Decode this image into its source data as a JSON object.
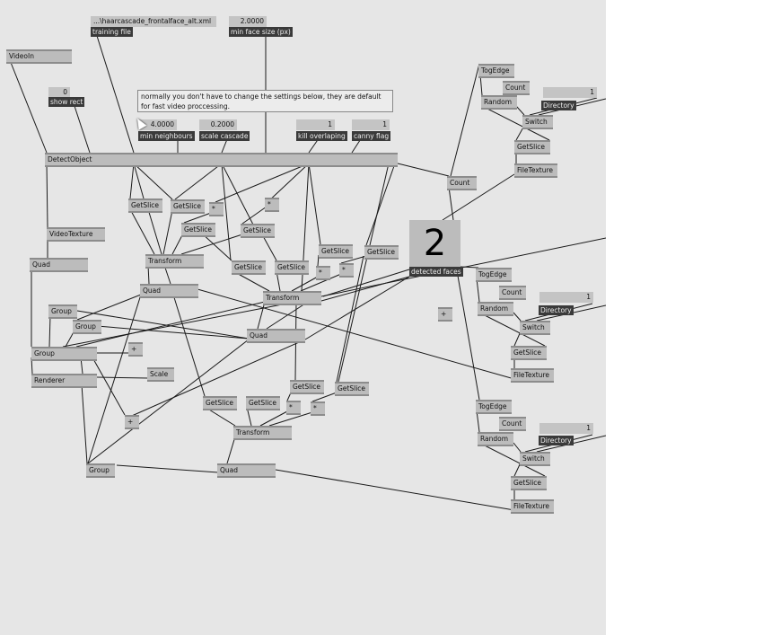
{
  "iobox": {
    "training_file_value": "...\\haarcascade_frontalface_alt.xml",
    "training_file_label": "training file",
    "min_face_value": "2.0000",
    "min_face_label": "min face size (px)",
    "show_rect_value": "0",
    "show_rect_label": "show rect",
    "min_neighbours_value": "4.0000",
    "min_neighbours_label": "min neighbours",
    "scale_cascade_value": "0.2000",
    "scale_cascade_label": "scale cascade",
    "kill_overlaping_value": "1",
    "kill_overlaping_label": "kill overlaping",
    "canny_flag_value": "1",
    "canny_flag_label": "canny flag",
    "detected_faces_value": "2",
    "detected_faces_label": "detected faces"
  },
  "comment": "normally you don't have to change the settings below, they are default for fast video proccessing.",
  "nodes": [
    "VideoIn",
    "DetectObject",
    "GetSlice",
    "GetSlice",
    "*",
    "GetSlice",
    "*",
    "GetSlice",
    "VideoTexture",
    "Quad",
    "Transform",
    "GetSlice",
    "GetSlice",
    "GetSlice",
    "GetSlice",
    "*",
    "*",
    "Quad",
    "Transform",
    "Group",
    "Group",
    "Quad",
    "Group",
    "+",
    "Renderer",
    "Scale",
    "GetSlice",
    "GetSlice",
    "GetSlice",
    "GetSlice",
    "*",
    "*",
    "+",
    "Transform",
    "Group",
    "Quad",
    "Count",
    "+"
  ],
  "texture_groups": [
    {
      "togedge": "TogEdge",
      "count": "Count",
      "random": "Random",
      "directory_value": "1",
      "directory_label": "Directory",
      "switch": "Switch",
      "getslice": "GetSlice",
      "filetexture": "FileTexture"
    },
    {
      "togedge": "TogEdge",
      "count": "Count",
      "random": "Random",
      "directory_value": "1",
      "directory_label": "Directory",
      "switch": "Switch",
      "getslice": "GetSlice",
      "filetexture": "FileTexture"
    },
    {
      "togedge": "TogEdge",
      "count": "Count",
      "random": "Random",
      "directory_value": "1",
      "directory_label": "Directory",
      "switch": "Switch",
      "getslice": "GetSlice",
      "filetexture": "FileTexture"
    }
  ]
}
